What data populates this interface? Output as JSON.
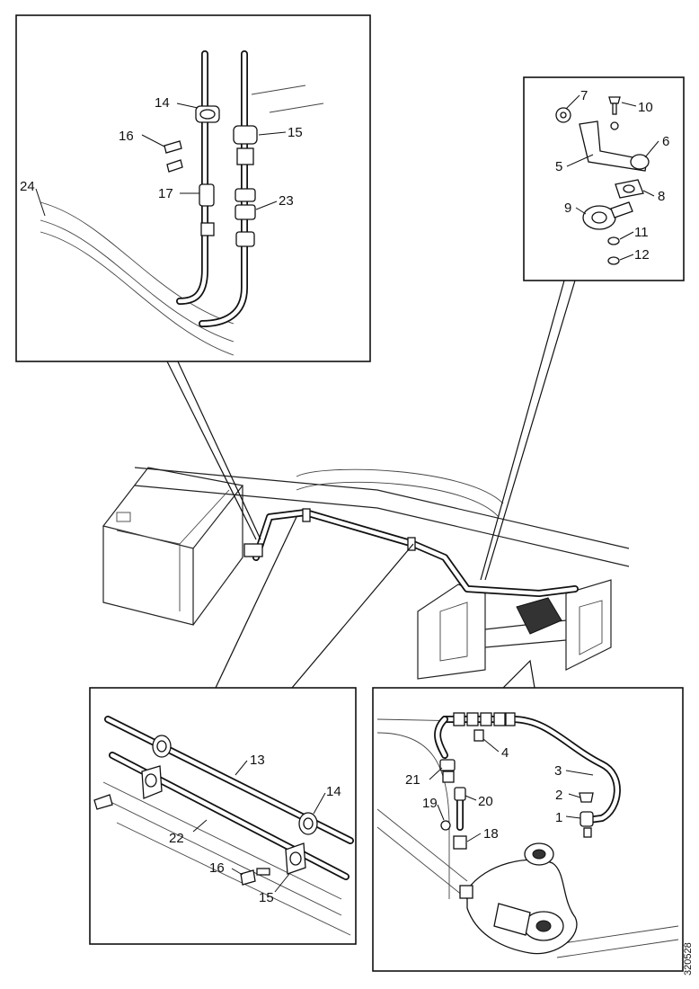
{
  "callouts": {
    "top_left": [
      "14",
      "16",
      "15",
      "17",
      "23",
      "24"
    ],
    "top_right": [
      "7",
      "10",
      "6",
      "5",
      "8",
      "9",
      "11",
      "12"
    ],
    "bottom_left": [
      "13",
      "14",
      "22",
      "16",
      "15"
    ],
    "bottom_right": [
      "4",
      "3",
      "21",
      "20",
      "2",
      "19",
      "18",
      "1"
    ]
  },
  "document_number": "320528"
}
